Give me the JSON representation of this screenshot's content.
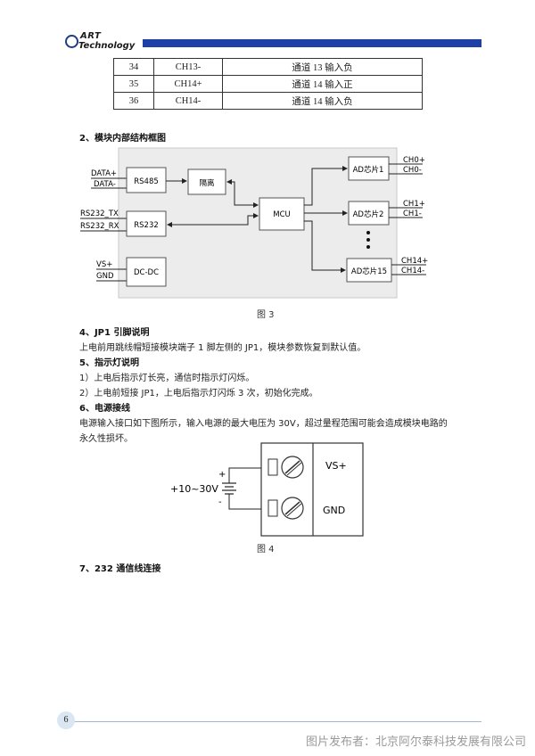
{
  "header": {
    "logo_line1": "ART",
    "logo_line2": "Technology"
  },
  "pin_table": {
    "rows": [
      [
        "34",
        "CH13-",
        "通道 13 输入负"
      ],
      [
        "35",
        "CH14+",
        "通道 14 输入正"
      ],
      [
        "36",
        "CH14-",
        "通道 14 输入负"
      ]
    ]
  },
  "section_block": {
    "title": "2、模块内部结构框图",
    "diagram": {
      "left_labels": [
        "DATA+",
        "DATA-",
        "RS232_TX",
        "RS232_RX",
        "VS+",
        "GND"
      ],
      "blocks": [
        "RS485",
        "隔离",
        "RS232",
        "MCU",
        "DC-DC",
        "AD芯片1",
        "AD芯片2",
        "AD芯片15"
      ],
      "right_labels": [
        "CH0+",
        "CH0-",
        "CH1+",
        "CH1-",
        "CH14+",
        "CH14-"
      ]
    },
    "caption": "图 3"
  },
  "section_jp1": {
    "title": "4、JP1 引脚说明",
    "text": "上电前用跳线帽短接模块端子 1 脚左侧的 JP1，模块参数恢复到默认值。"
  },
  "section_led": {
    "title": "5、指示灯说明",
    "items": [
      "1）上电后指示灯长亮，通信时指示灯闪烁。",
      "2）上电前短接 JP1，上电后指示灯闪烁 3 次，初始化完成。"
    ]
  },
  "section_power": {
    "title": "6、电源接线",
    "text_line1": "电源输入接口如下图所示，输入电源的最大电压为 30V，超过量程范围可能会造成模块电路的",
    "text_line2": "永久性损坏。",
    "diagram": {
      "voltage": "+10~30V",
      "plus": "+",
      "minus": "-",
      "terminal1": "VS+",
      "terminal2": "GND"
    },
    "caption": "图 4"
  },
  "section_232": {
    "title": "7、232 通信线连接"
  },
  "footer": {
    "page_number": "6",
    "watermark": "图片发布者：北京阿尔泰科技发展有限公司"
  }
}
